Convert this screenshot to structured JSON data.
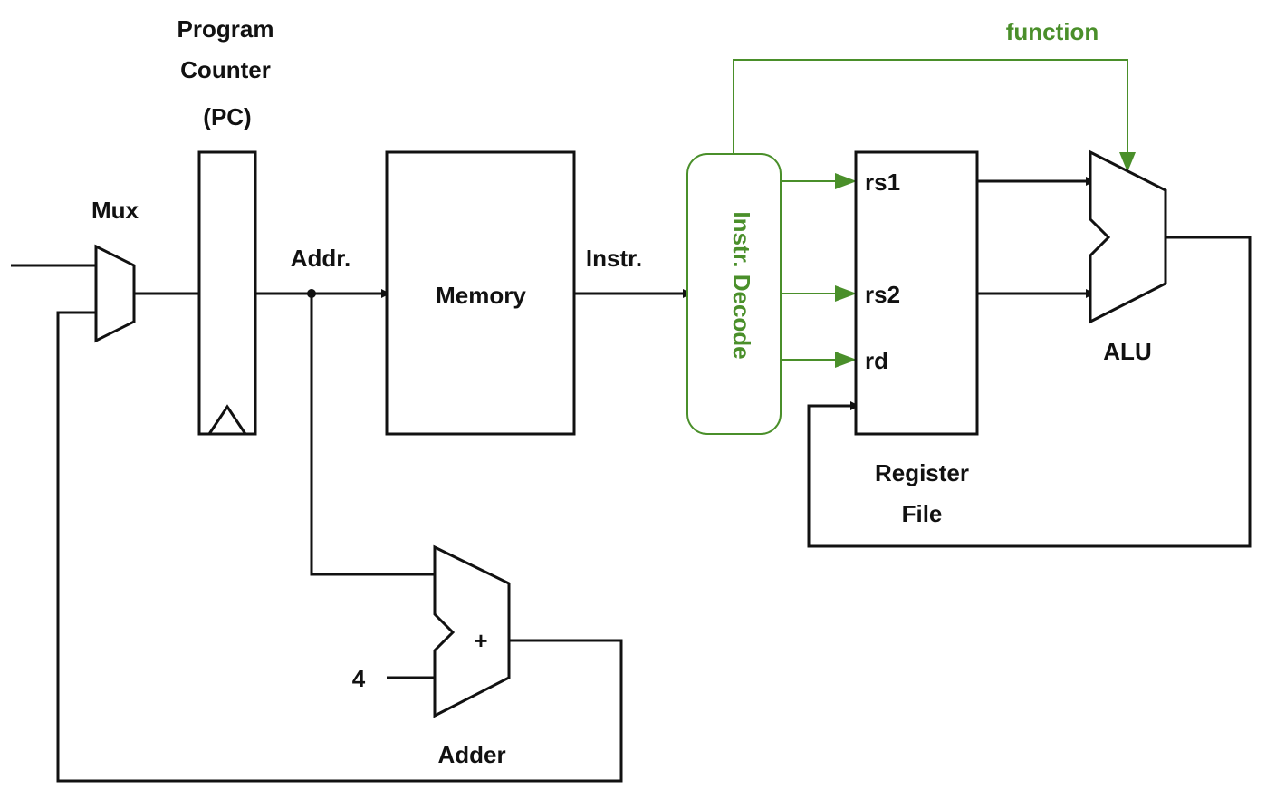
{
  "labels": {
    "pc_line1": "Program",
    "pc_line2": "Counter",
    "pc_line3": "(PC)",
    "mux": "Mux",
    "addr": "Addr.",
    "memory": "Memory",
    "instr": "Instr.",
    "instr_decode": "Instr. Decode",
    "function": "function",
    "rs1": "rs1",
    "rs2": "rs2",
    "rd": "rd",
    "regfile_line1": "Register",
    "regfile_line2": "File",
    "alu": "ALU",
    "plus": "+",
    "four": "4",
    "adder": "Adder"
  },
  "colors": {
    "wire": "#111111",
    "control": "#4a8f2a"
  }
}
